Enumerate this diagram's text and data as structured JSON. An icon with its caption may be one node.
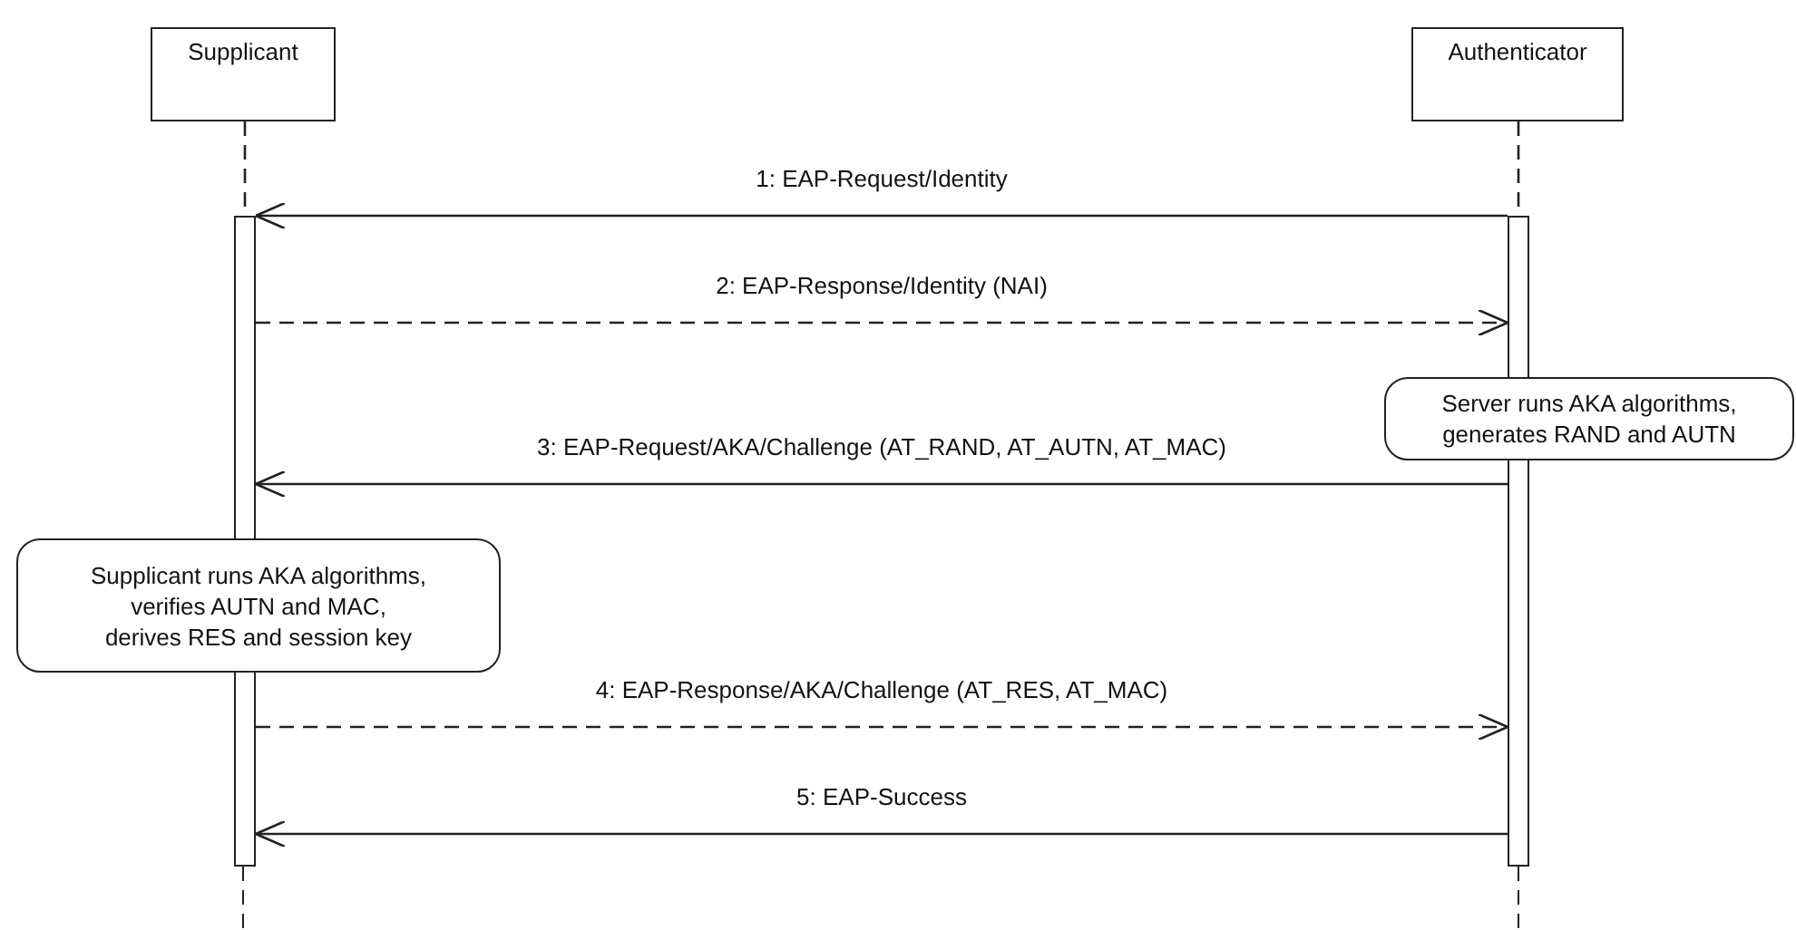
{
  "diagram": {
    "nodes": [
      {
        "text": [
          "Supplicant"
        ]
      },
      {
        "text": [
          "Authenticator"
        ]
      },
      {
        "text": [],
        "shape": "bar"
      },
      {
        "text": [],
        "shape": "bar"
      },
      {
        "text": [
          "Server runs AKA algorithms, generates RAND and AUTN"
        ]
      },
      {
        "text": [
          "Supplicant runs AKA algorithms, verifies AUTN and MAC, derives RES  and session key"
        ]
      }
    ],
    "edges": [
      {
        "from": 0,
        "to": 2,
        "arrow": "none",
        "style": "dashed"
      },
      {
        "from": 1,
        "to": 3,
        "arrow": "none",
        "style": "dashed"
      },
      {
        "from": 3,
        "to": 2,
        "arrow": "to",
        "label": "1: EAP-Request/Identity"
      },
      {
        "from": 2,
        "to": 3,
        "arrow": "to",
        "style": "dashed",
        "label": "2: EAP-Response/Identity (NAI)"
      },
      {
        "from": 3,
        "to": 2,
        "arrow": "to",
        "label": "3: EAP-Request/AKA/Challenge (AT_RAND, AT_AUTN, AT_MAC)"
      },
      {
        "from": 2,
        "to": 3,
        "arrow": "to",
        "style": "dashed",
        "label": "4: EAP-Response/AKA/Challenge (AT_RES, AT_MAC)"
      },
      {
        "from": 3,
        "to": 2,
        "arrow": "to",
        "label": "5: EAP-Success"
      }
    ]
  }
}
